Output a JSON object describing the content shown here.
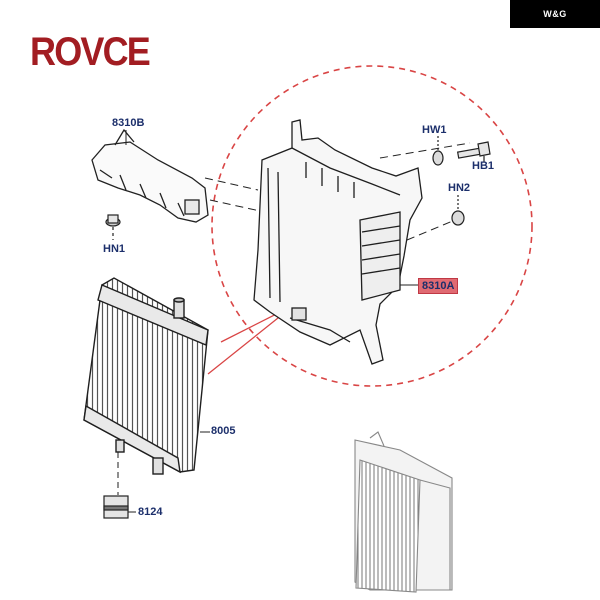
{
  "brand": {
    "logo_text": "ROVCE",
    "badge_text": "W&G"
  },
  "labels": {
    "bracket_top": "8310B",
    "shroud": "8310A",
    "radiator": "8005",
    "mount": "8124",
    "nut_left": "HN1",
    "washer": "HW1",
    "bolt": "HB1",
    "nut_right": "HN2"
  },
  "colors": {
    "logo": "#a21d22",
    "label_text": "#1c2f6b",
    "highlight": "#e06a72",
    "dash_circle": "#d94545"
  }
}
